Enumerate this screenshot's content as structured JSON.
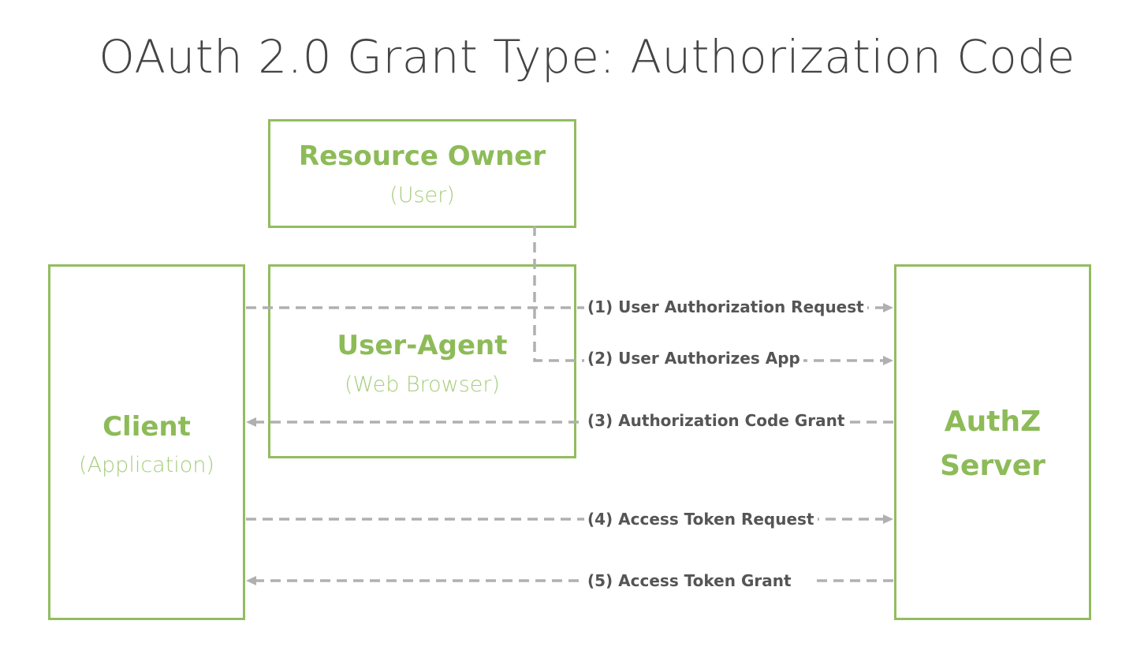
{
  "title": "OAuth 2.0 Grant Type: Authorization Code",
  "colors": {
    "box": "#92bd5f",
    "arrow": "#b0b0b0",
    "label": "#555555",
    "title": "#444444"
  },
  "nodes": {
    "resource_owner": {
      "title": "Resource Owner",
      "subtitle": "(User)"
    },
    "user_agent": {
      "title": "User-Agent",
      "subtitle": "(Web Browser)"
    },
    "client": {
      "title": "Client",
      "subtitle": "(Application)"
    },
    "authz_server": {
      "title_line1": "AuthZ",
      "title_line2": "Server"
    }
  },
  "flows": [
    {
      "label": "(1) User Authorization Request",
      "from": "client",
      "to": "authz_server"
    },
    {
      "label": "(2) User Authorizes App",
      "from": "resource_owner",
      "to": "authz_server"
    },
    {
      "label": "(3) Authorization Code Grant",
      "from": "authz_server",
      "to": "client"
    },
    {
      "label": "(4) Access Token Request",
      "from": "client",
      "to": "authz_server"
    },
    {
      "label": "(5) Access Token Grant",
      "from": "authz_server",
      "to": "client"
    }
  ]
}
